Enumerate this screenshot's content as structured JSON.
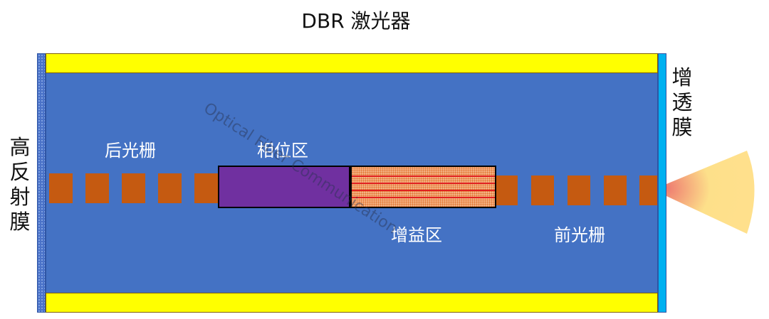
{
  "title": "DBR 激光器",
  "labels": {
    "back_grating": "后光栅",
    "phase_section": "相位区",
    "gain_section": "增益区",
    "front_grating": "前光栅",
    "hr_coating": "高反射膜",
    "ar_coating": "增透膜"
  },
  "watermark": "Optical Fiber Communication",
  "colors": {
    "core": "#4472c4",
    "cladding": "#ffff00",
    "grating": "#c55a11",
    "phase": "#7030a0",
    "gain": "#f4b183",
    "ar": "#00b0f0"
  }
}
